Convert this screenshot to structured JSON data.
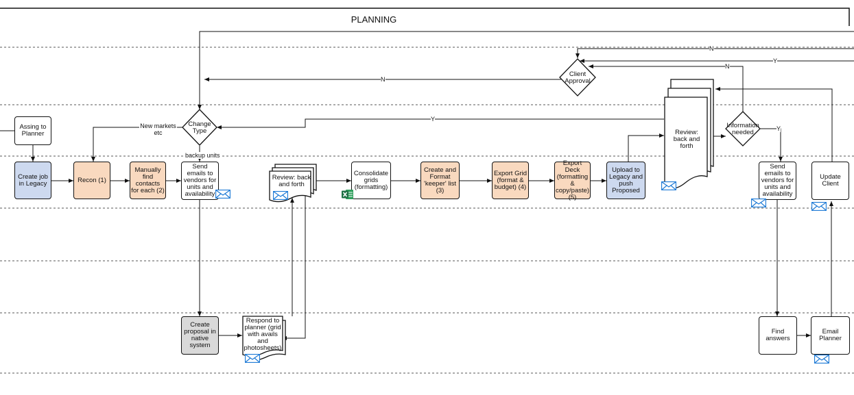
{
  "title": "PLANNING",
  "nodes": {
    "assign": "Assing to Planner",
    "create_job": "Create job in Legacy",
    "recon": "Recon (1)",
    "manually_find": "Manually find contacts for each (2)",
    "send_emails_1": "Send emails to vendors for units and availability",
    "review_1": "Review: back and forth",
    "consolidate": "Consolidate grids (formatting)",
    "create_format": "Create and Format 'keeper' list (3)",
    "export_grid": "Export Grid (format & budget) (4)",
    "export_deck": "Export Deck (formatting & copy/paste) (5)",
    "upload": "Upload to Legacy and push Proposed",
    "review_2": "Review: back and forth",
    "send_emails_2": "Send emails to vendors for units and availability",
    "update_client": "Update Client",
    "create_proposal": "Create proposal in native system",
    "respond": "Respond to planner (grid with avails and photosheets)",
    "find_answers": "Find answers",
    "email_planner": "Email Planner"
  },
  "decisions": {
    "change_type": "Change Type",
    "client_approval": "Client Approval",
    "information_needed": "Information needed"
  },
  "edge_labels": {
    "new_markets": "New markets etc",
    "backup_units": "backup units",
    "n1": "N",
    "n2": "N",
    "n3": "N",
    "y1": "Y",
    "y2": "Y",
    "y3": "Y"
  },
  "icons": [
    "mail-icon",
    "excel-icon"
  ],
  "colors": {
    "blue_box": "#cdd9ef",
    "orange_box": "#f9d9bf",
    "gray_box": "#d9d9d9",
    "mail_blue": "#1f7bd6",
    "excel_green": "#1e7145"
  }
}
